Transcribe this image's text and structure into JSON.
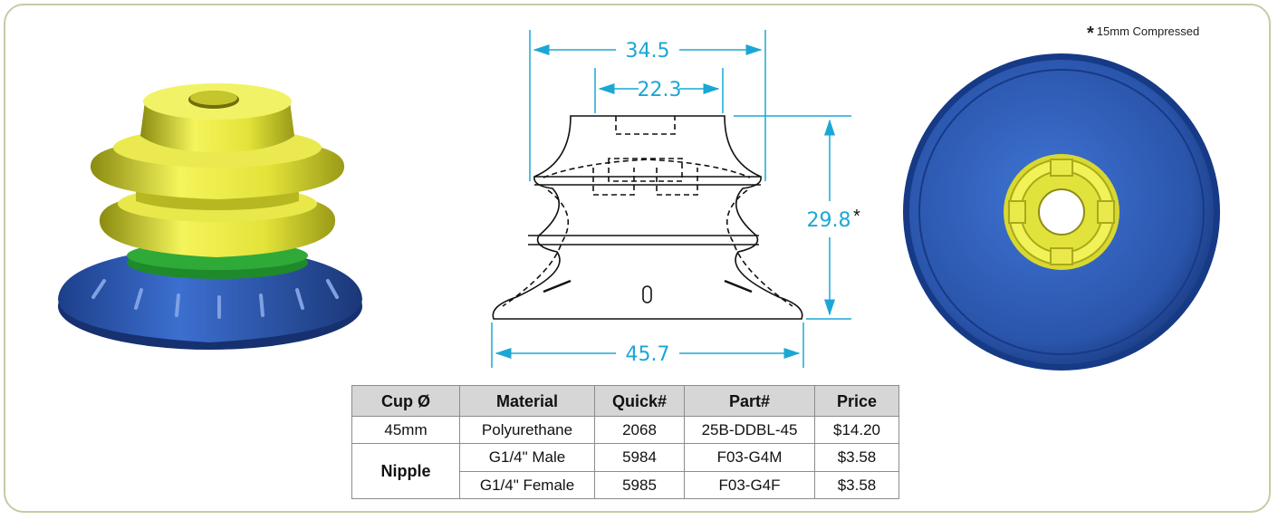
{
  "footnote": {
    "marker": "*",
    "text": "15mm Compressed"
  },
  "dimensions": {
    "top_width": "34.5",
    "inner_width": "22.3",
    "height": "29.8",
    "height_marker": "*",
    "base_width": "45.7"
  },
  "table": {
    "headers": [
      "Cup Ø",
      "Material",
      "Quick#",
      "Part#",
      "Price"
    ],
    "cup_row": {
      "cup": "45mm",
      "material": "Polyurethane",
      "quick": "2068",
      "part": "25B-DDBL-45",
      "price": "$14.20"
    },
    "nipple_group": "Nipple",
    "nipple_rows": [
      {
        "material": "G1/4\" Male",
        "quick": "5984",
        "part": "F03-G4M",
        "price": "$3.58"
      },
      {
        "material": "G1/4\" Female",
        "quick": "5985",
        "part": "F03-G4F",
        "price": "$3.58"
      }
    ]
  },
  "colors": {
    "cup_yellow": "#e8e84a",
    "cup_blue": "#2f5fb8",
    "dimension_cyan": "#1ba7d6",
    "border": "#c9c9a6"
  }
}
